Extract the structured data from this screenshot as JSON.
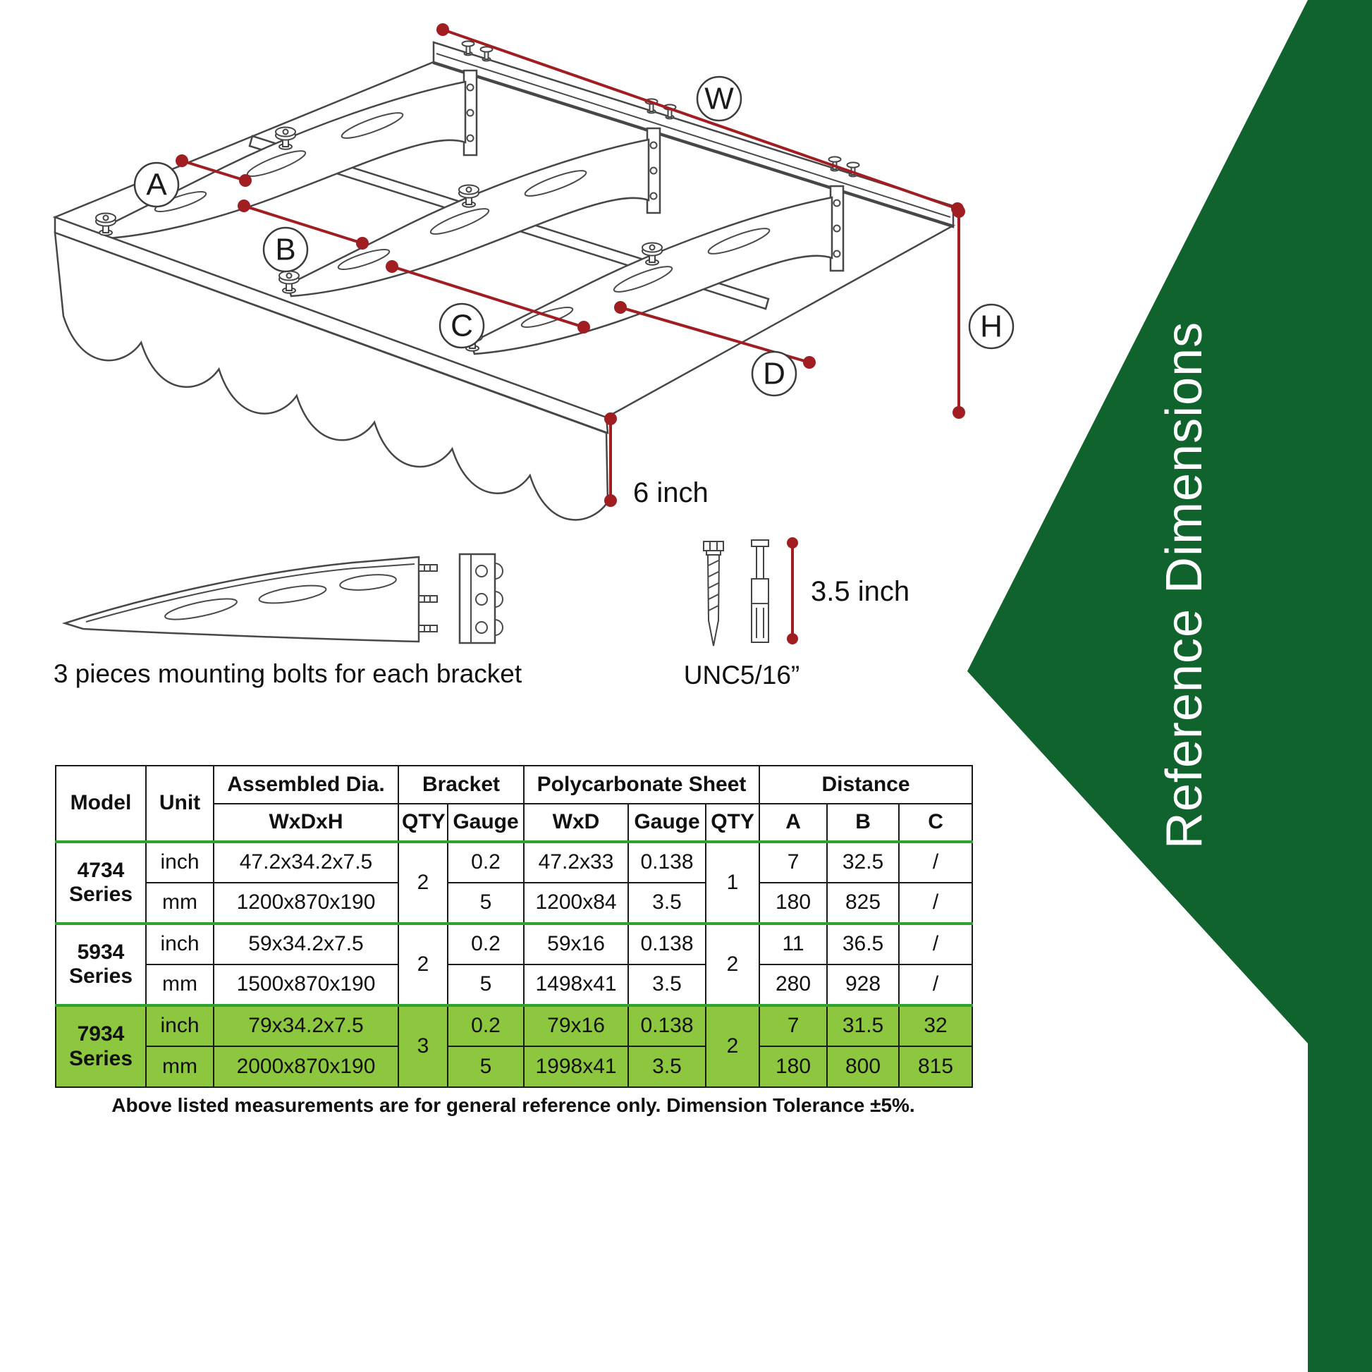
{
  "colors": {
    "sidebar_green": "#11632e",
    "highlight_green": "#8dc63f",
    "separator_green": "#2fa12e",
    "dimension_red": "#a01d22"
  },
  "sidebar": {
    "title": "Reference Dimensions"
  },
  "diagram": {
    "dim_labels": {
      "w": "W",
      "a": "A",
      "b": "B",
      "c": "C",
      "d": "D",
      "h": "H"
    },
    "front_drop_label": "6 inch",
    "bolt_length_label": "3.5 inch",
    "bolt_spec": "UNC5/16”",
    "bracket_caption": "3 pieces mounting bolts for each bracket"
  },
  "table": {
    "headers": {
      "model": "Model",
      "unit": "Unit",
      "assembled": "Assembled Dia.",
      "assembled_sub": "WxDxH",
      "bracket": "Bracket",
      "qty": "QTY",
      "gauge": "Gauge",
      "sheet": "Polycarbonate Sheet",
      "wxd": "WxD",
      "distance": "Distance",
      "a": "A",
      "b": "B",
      "c": "C"
    },
    "groups": [
      {
        "model": "4734\nSeries",
        "bracket_qty": "2",
        "sheet_qty": "1",
        "rows": [
          {
            "unit": "inch",
            "wdh": "47.2x34.2x7.5",
            "gauge": "0.2",
            "wxd": "47.2x33",
            "sgauge": "0.138",
            "a": "7",
            "b": "32.5",
            "c": "/"
          },
          {
            "unit": "mm",
            "wdh": "1200x870x190",
            "gauge": "5",
            "wxd": "1200x84",
            "sgauge": "3.5",
            "a": "180",
            "b": "825",
            "c": "/"
          }
        ]
      },
      {
        "model": "5934\nSeries",
        "bracket_qty": "2",
        "sheet_qty": "2",
        "rows": [
          {
            "unit": "inch",
            "wdh": "59x34.2x7.5",
            "gauge": "0.2",
            "wxd": "59x16",
            "sgauge": "0.138",
            "a": "11",
            "b": "36.5",
            "c": "/"
          },
          {
            "unit": "mm",
            "wdh": "1500x870x190",
            "gauge": "5",
            "wxd": "1498x41",
            "sgauge": "3.5",
            "a": "280",
            "b": "928",
            "c": "/"
          }
        ]
      },
      {
        "model": "7934\nSeries",
        "bracket_qty": "3",
        "sheet_qty": "2",
        "rows": [
          {
            "unit": "inch",
            "wdh": "79x34.2x7.5",
            "gauge": "0.2",
            "wxd": "79x16",
            "sgauge": "0.138",
            "a": "7",
            "b": "31.5",
            "c": "32"
          },
          {
            "unit": "mm",
            "wdh": "2000x870x190",
            "gauge": "5",
            "wxd": "1998x41",
            "sgauge": "3.5",
            "a": "180",
            "b": "800",
            "c": "815"
          }
        ]
      }
    ]
  },
  "footnote": "Above listed measurements are for general reference only. Dimension Tolerance ±5%."
}
